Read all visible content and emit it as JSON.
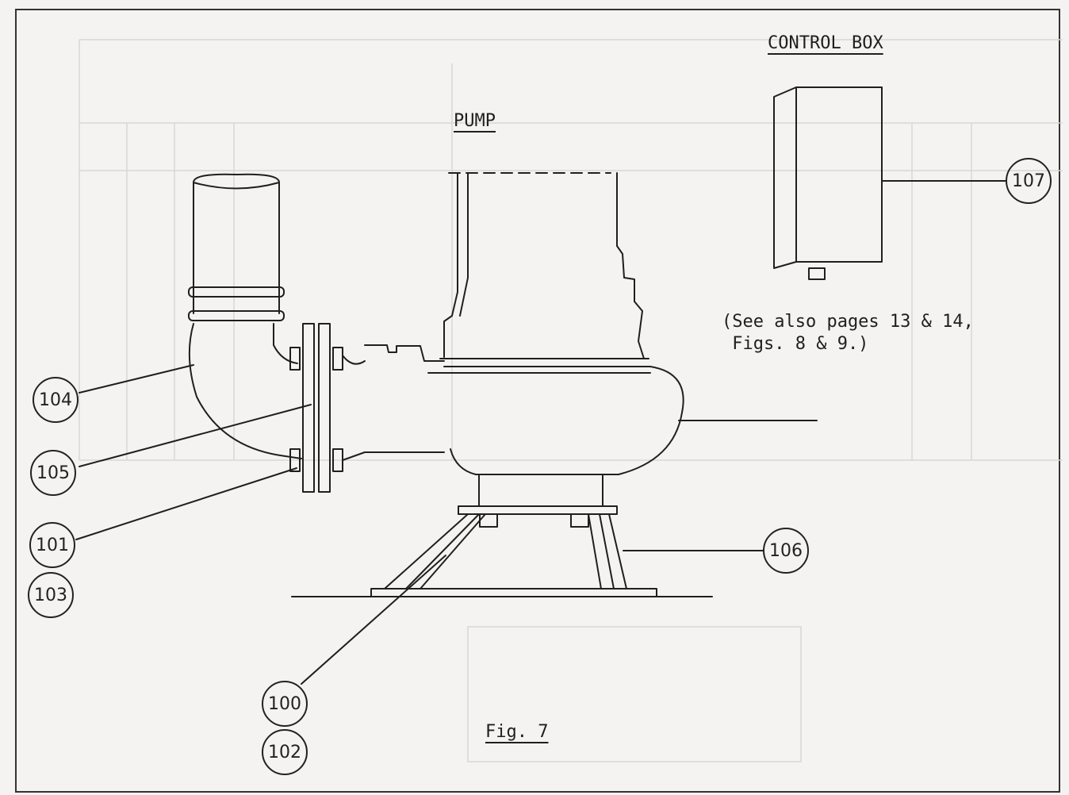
{
  "labels": {
    "control_box": "CONTROL BOX",
    "pump": "PUMP",
    "note": "(See also pages 13 & 14,\n Figs. 8 & 9.)",
    "figure": "Fig. 7"
  },
  "callouts": {
    "c100": "100",
    "c101": "101",
    "c102": "102",
    "c103": "103",
    "c104": "104",
    "c105": "105",
    "c106": "106",
    "c107": "107"
  },
  "colors": {
    "paper": "#f4f3f1",
    "ink": "#222222",
    "bleed": "#d9d7d3"
  }
}
